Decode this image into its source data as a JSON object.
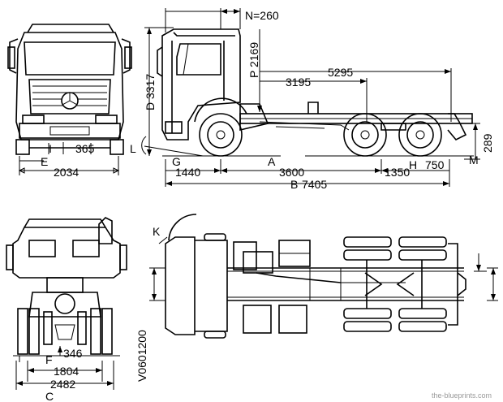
{
  "dimensions": {
    "n": "N=260",
    "p": "P 2169",
    "d": "D 3317",
    "span_5295": "5295",
    "span_3195": "3195",
    "i": "I",
    "i_val": "365",
    "e": "E",
    "e_val": "2034",
    "l": "L",
    "g": "G",
    "v1440": "1440",
    "a": "A",
    "v3600": "3600",
    "v1350": "1350",
    "h": "H",
    "h_val": "750",
    "b": "B",
    "b_val": "7405",
    "m": "M",
    "v289": "289",
    "k": "K",
    "f": "F",
    "f_val": "346",
    "v1804": "1804",
    "v2482": "2482",
    "c": "C",
    "drawing_id": "V0601200"
  },
  "watermark": "the-blueprints.com"
}
